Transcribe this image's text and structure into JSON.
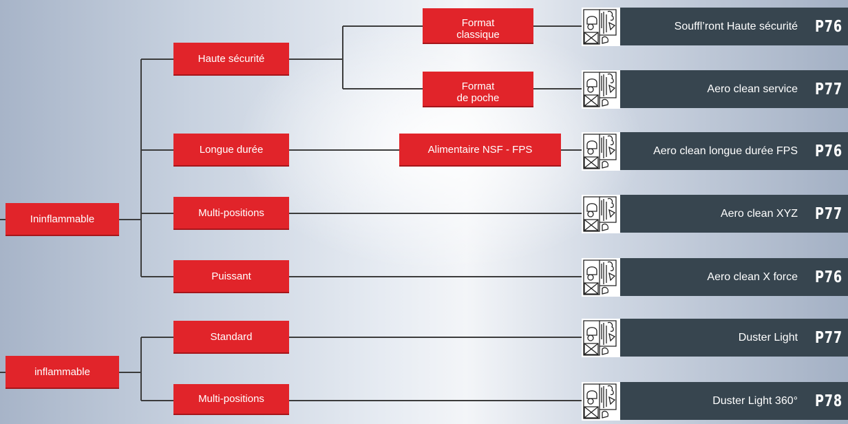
{
  "categories": [
    {
      "id": "ininflammable",
      "label": "Ininflammable"
    },
    {
      "id": "inflammable",
      "label": "inflammable"
    }
  ],
  "features": [
    {
      "id": "haute",
      "label": "Haute sécurité"
    },
    {
      "id": "longue",
      "label": "Longue durée"
    },
    {
      "id": "multi1",
      "label": "Multi-positions"
    },
    {
      "id": "puissant",
      "label": "Puissant"
    },
    {
      "id": "standard",
      "label": "Standard"
    },
    {
      "id": "multi2",
      "label": "Multi-positions"
    }
  ],
  "sub_features": [
    {
      "id": "classique",
      "label": "Format\nclassique"
    },
    {
      "id": "poche",
      "label": "Format\nde poche"
    },
    {
      "id": "alimentaire",
      "label": "Alimentaire NSF - FPS"
    }
  ],
  "products": [
    {
      "name": "Souffl’ront Haute sécurité",
      "page": "P76",
      "icon": "non-flammable-pictogram-icon"
    },
    {
      "name": "Aero clean service",
      "page": "P77",
      "icon": "non-flammable-pictogram-icon"
    },
    {
      "name": "Aero clean longue durée FPS",
      "page": "P76",
      "icon": "non-flammable-pictogram-icon"
    },
    {
      "name": "Aero clean XYZ",
      "page": "P77",
      "icon": "non-flammable-pictogram-icon"
    },
    {
      "name": "Aero clean X force",
      "page": "P76",
      "icon": "non-flammable-pictogram-icon"
    },
    {
      "name": "Duster Light",
      "page": "P77",
      "icon": "flammable-pictogram-icon"
    },
    {
      "name": "Duster Light 360°",
      "page": "P78",
      "icon": "flammable-pictogram-icon"
    }
  ],
  "colors": {
    "box_red": "#e1242a",
    "product_bg": "#37454f",
    "line": "#3b3b3b"
  }
}
